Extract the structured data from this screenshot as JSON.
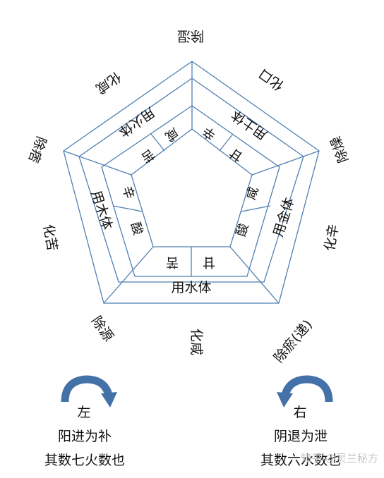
{
  "colors": {
    "stroke": "#4f7fb4",
    "arrow": "#4472a8",
    "text": "#111111",
    "watermark": "#c8c8c8"
  },
  "outer_labels": {
    "top": "除湿",
    "upper_right": "化口",
    "right": "除燥",
    "right_lower": "化辛",
    "lower_right": "除瘀(递)",
    "bottom": "化咸",
    "lower_left": "除源",
    "left": "化苦",
    "upper_left": "除痞",
    "upper_left_top": "化咸"
  },
  "side_bands": {
    "top_right": "用土体",
    "right": "用金体",
    "bottom": "用水体",
    "left": "用木体",
    "top_left": "用火体"
  },
  "inner_cells": {
    "top_right_a": "辛",
    "top_right_b": "甘",
    "right_a": "咸",
    "right_b": "酸",
    "bottom_a": "甘",
    "bottom_b": "苦",
    "left_a": "酸",
    "left_b": "辛",
    "top_left_a": "咸",
    "top_left_b": "苦"
  },
  "bottom_left": {
    "title": "左",
    "line1": "阳进为补",
    "line2": "其数七火数也",
    "arrow_icon": "clockwise-arrow-icon"
  },
  "bottom_right": {
    "title": "右",
    "line1": "阴退为泄",
    "line2": "其数六水数也",
    "arrow_icon": "counterclockwise-arrow-icon"
  },
  "watermark": "知乎 @灵兰秘方"
}
